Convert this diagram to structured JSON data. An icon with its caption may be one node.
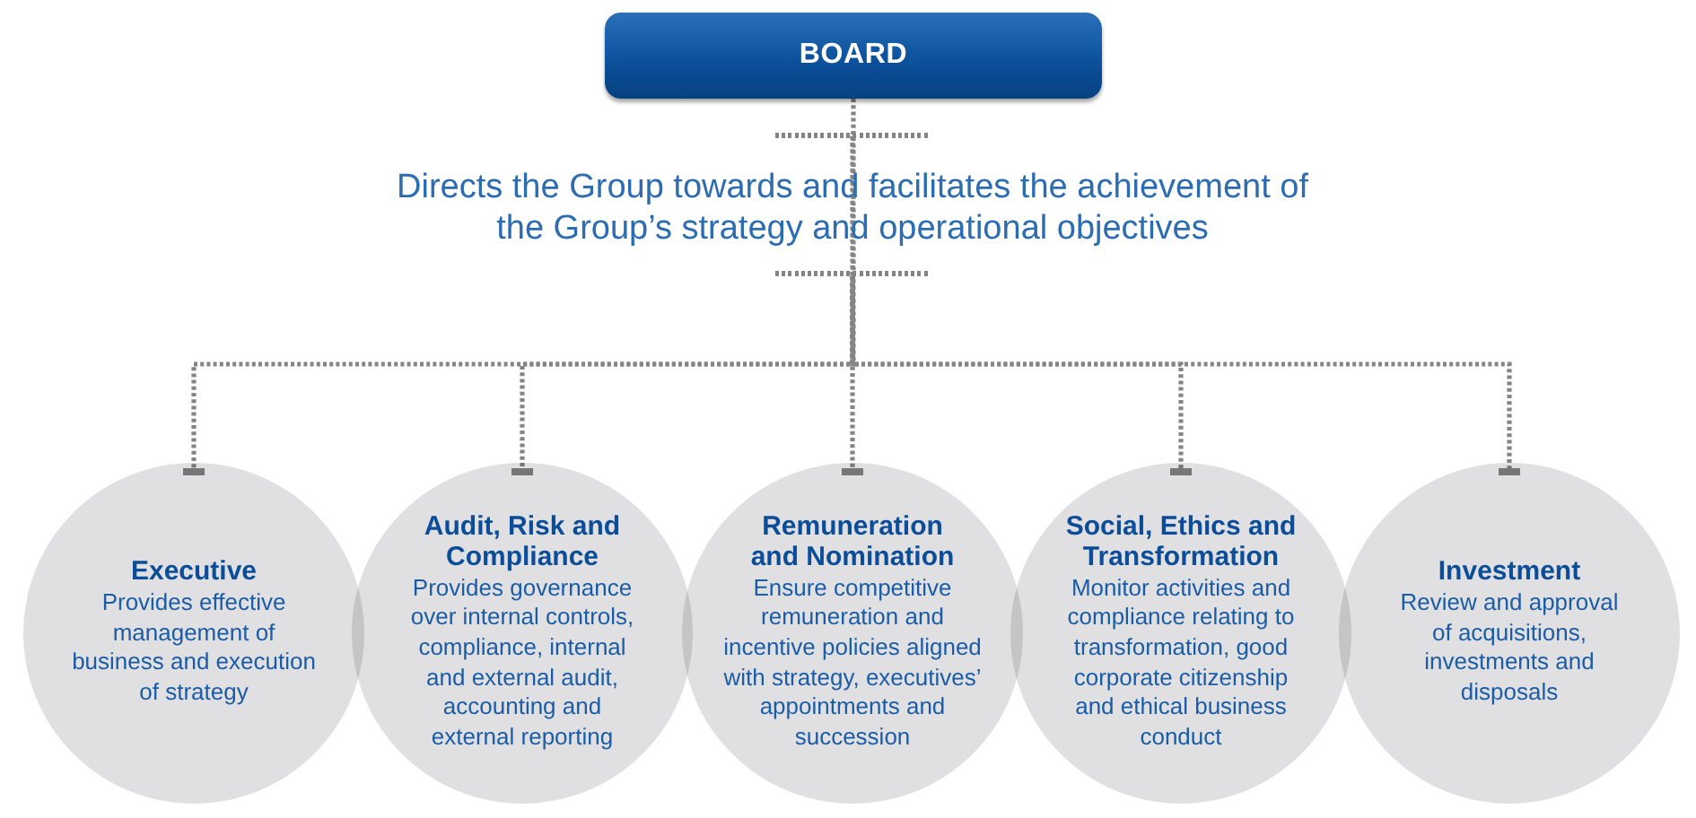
{
  "diagram": {
    "nodes": [
      {
        "text": [
          "BOARD"
        ]
      },
      {
        "text": [
          "Directs the Group towards and facilitates the achievement of the Group’s strategy and operational objectives"
        ]
      },
      {
        "text": [
          "Executive",
          "Provides effective management of business and execution of strategy"
        ]
      },
      {
        "text": [
          "Audit, Risk and Compliance",
          "Provides governance over internal controls, compliance, internal and external audit, accounting and external reporting"
        ]
      },
      {
        "text": [
          "Remuneration and Nomination",
          "Ensure competitive remuneration and incentive policies aligned with strategy, executives’ appointments and succession"
        ]
      },
      {
        "text": [
          "Social, Ethics and Transformation",
          "Monitor activities and compliance relating to transformation, good corporate citizenship and ethical business conduct"
        ]
      },
      {
        "text": [
          "Investment",
          "Review and approval of acquisitions, investments and disposals"
        ]
      }
    ],
    "edges": [
      {
        "from": 0,
        "to": 1,
        "arrow": "none"
      },
      {
        "from": 1,
        "to": 2,
        "arrow": "other"
      },
      {
        "from": 1,
        "to": 3,
        "arrow": "other"
      },
      {
        "from": 1,
        "to": 4,
        "arrow": "other"
      },
      {
        "from": 1,
        "to": 5,
        "arrow": "other"
      },
      {
        "from": 1,
        "to": 6,
        "arrow": "other"
      }
    ]
  }
}
